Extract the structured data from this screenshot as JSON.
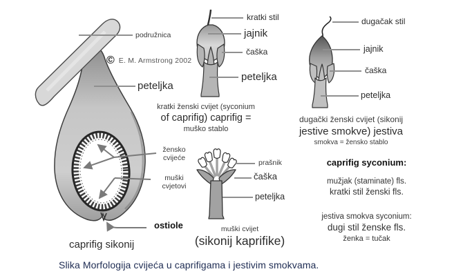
{
  "attribution": {
    "symbol": "©",
    "text": "E. M. Armstrong 2002"
  },
  "caprifig_fig": {
    "branch": "podružnica",
    "petiole": "peteljka",
    "female_flowers_line1": "žensko",
    "female_flowers_line2": "cvijeće",
    "male_flowers_line1": "muški",
    "male_flowers_line2": "cvjetovi",
    "ostiole": "ostiole",
    "caption": "caprifig sikonij"
  },
  "short_style_flower": {
    "style": "kratki stil",
    "ovary": "jajnik",
    "calyx": "čaška",
    "petiole": "peteljka",
    "caption_line1": "kratki ženski cvijet (syconium",
    "caption_line2": "of caprifig) caprifig =",
    "caption_line3": "muško stablo"
  },
  "long_style_flower": {
    "style": "dugačak stil",
    "ovary": "jajnik",
    "calyx": "čaška",
    "petiole": "peteljka",
    "caption_line1": "dugački ženski cvijet (sikonij",
    "caption_line2": "jestive smokve) jestiva",
    "caption_line3": "smokva = žensko stablo"
  },
  "male_flower": {
    "stamen": "prašnik",
    "calyx": "čaška",
    "petiole": "peteljka",
    "caption_line1": "muški cvijet",
    "caption_line2": "(sikonij kaprifike)"
  },
  "summary": {
    "caprifig_heading": "caprifig syconium:",
    "caprifig_line1": "mužjak (staminate) fls.",
    "caprifig_line2": "kratki stil ženski fls.",
    "edible_heading": "jestiva smokva syconium:",
    "edible_line1": "dugi stil ženske fls.",
    "edible_line2": "ženka = tučak"
  },
  "figure_caption": "Slika Morfologija cvijeća u caprifigama i jestivim smokvama.",
  "colors": {
    "figure_caption_text": "#1d2b52",
    "label_text": "#3a3a3a",
    "leader_line": "#8f8f8f",
    "arrow": "#7a7a7a"
  }
}
